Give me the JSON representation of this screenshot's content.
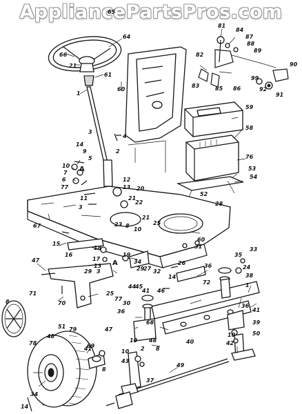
{
  "watermark": "AppliancePartsPros.com",
  "section_markers": [
    "A",
    "A"
  ],
  "callouts": [
    "65",
    "64",
    "66",
    "21",
    "61",
    "1",
    "60",
    "83",
    "81",
    "84",
    "87",
    "88",
    "89",
    "82",
    "85",
    "86",
    "90",
    "99",
    "92",
    "91",
    "59",
    "58",
    "3",
    "4",
    "2",
    "14",
    "9",
    "5",
    "10",
    "7",
    "6",
    "77",
    "76",
    "53",
    "54",
    "12",
    "20",
    "13",
    "22",
    "21",
    "11",
    "3",
    "52",
    "28",
    "67",
    "23",
    "8",
    "10",
    "25",
    "21",
    "60",
    "15",
    "16",
    "18",
    "17",
    "13",
    "29",
    "3",
    "19",
    "34",
    "33",
    "35",
    "24",
    "47",
    "31",
    "36",
    "38",
    "1",
    "26",
    "29",
    "27",
    "25",
    "70",
    "14",
    "32",
    "72",
    "71",
    "8",
    "44",
    "45",
    "30",
    "41",
    "36",
    "77",
    "46",
    "68",
    "47",
    "36",
    "41",
    "39",
    "40",
    "48",
    "69",
    "10",
    "2",
    "8",
    "10",
    "42",
    "50",
    "79",
    "78",
    "51",
    "48",
    "41",
    "8",
    "10",
    "43",
    "37",
    "49",
    "34",
    "14"
  ]
}
